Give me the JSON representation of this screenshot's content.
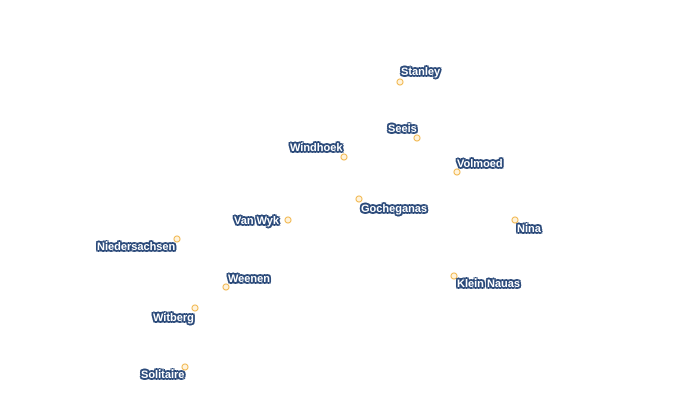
{
  "map": {
    "marker_color": "#f0b54a",
    "label_halo_color": "#2b4a7a",
    "label_text_color": "#ffffff",
    "places": [
      {
        "id": "stanley",
        "name": "Stanley"
      },
      {
        "id": "seeis",
        "name": "Seeis"
      },
      {
        "id": "windhoek",
        "name": "Windhoek"
      },
      {
        "id": "volmoed",
        "name": "Volmoed"
      },
      {
        "id": "gocheganas",
        "name": "Gocheganas"
      },
      {
        "id": "van-wyk",
        "name": "Van Wyk"
      },
      {
        "id": "nina",
        "name": "Nina"
      },
      {
        "id": "niedersachsen",
        "name": "Niedersachsen"
      },
      {
        "id": "weenen",
        "name": "Weenen"
      },
      {
        "id": "klein-nauas",
        "name": "Klein Nauas"
      },
      {
        "id": "witberg",
        "name": "Witberg"
      },
      {
        "id": "solitaire",
        "name": "Solitaire"
      }
    ]
  }
}
